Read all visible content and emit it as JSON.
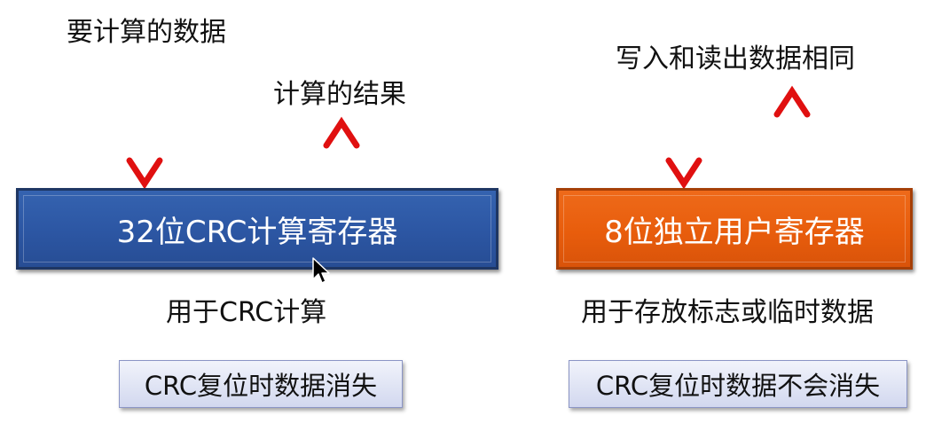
{
  "left": {
    "input_label": "要计算的数据",
    "output_label": "计算的结果",
    "register_label": "32位CRC计算寄存器",
    "caption": "用于CRC计算",
    "note": "CRC复位时数据消失",
    "register_color": "#2c56a3"
  },
  "right": {
    "io_label": "写入和读出数据相同",
    "register_label": "8位独立用户寄存器",
    "caption": "用于存放标志或临时数据",
    "note": "CRC复位时数据不会消失",
    "register_color": "#e85d0c"
  },
  "arrow_color": "#e01010"
}
